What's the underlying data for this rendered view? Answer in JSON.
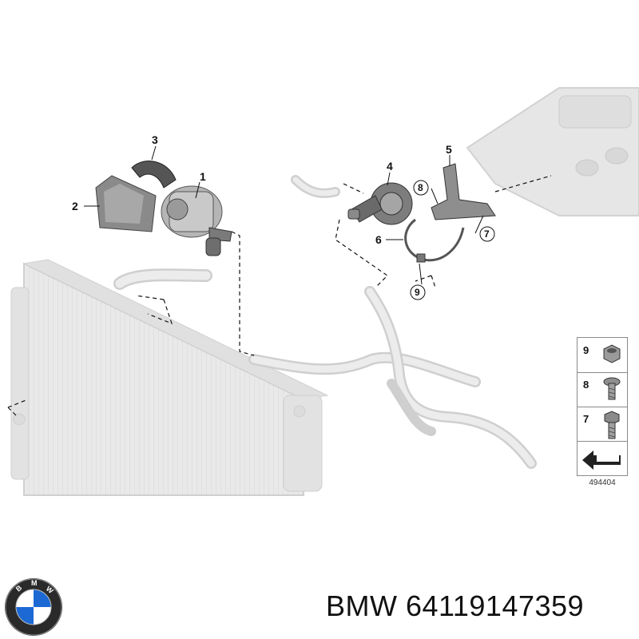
{
  "callouts": {
    "c1": "1",
    "c2": "2",
    "c3": "3",
    "c4": "4",
    "c5": "5",
    "c6": "6",
    "c7": "7",
    "c8": "8",
    "c9": "9"
  },
  "legend": {
    "items": [
      {
        "number": "9",
        "icon": "nut-icon"
      },
      {
        "number": "8",
        "icon": "torx-bolt-icon"
      },
      {
        "number": "7",
        "icon": "hex-bolt-icon"
      },
      {
        "number": "",
        "icon": "direction-arrow-icon"
      }
    ],
    "ref_code": "494404"
  },
  "footer": {
    "brand_text": "BMW 64119147359",
    "logo_letters": "BMW"
  },
  "colors": {
    "line": "#111111",
    "part_light": "#e4e4e4",
    "part_mid": "#bdbdbd",
    "part_dark": "#6e6e6e",
    "logo_blue": "#1c69d4"
  }
}
